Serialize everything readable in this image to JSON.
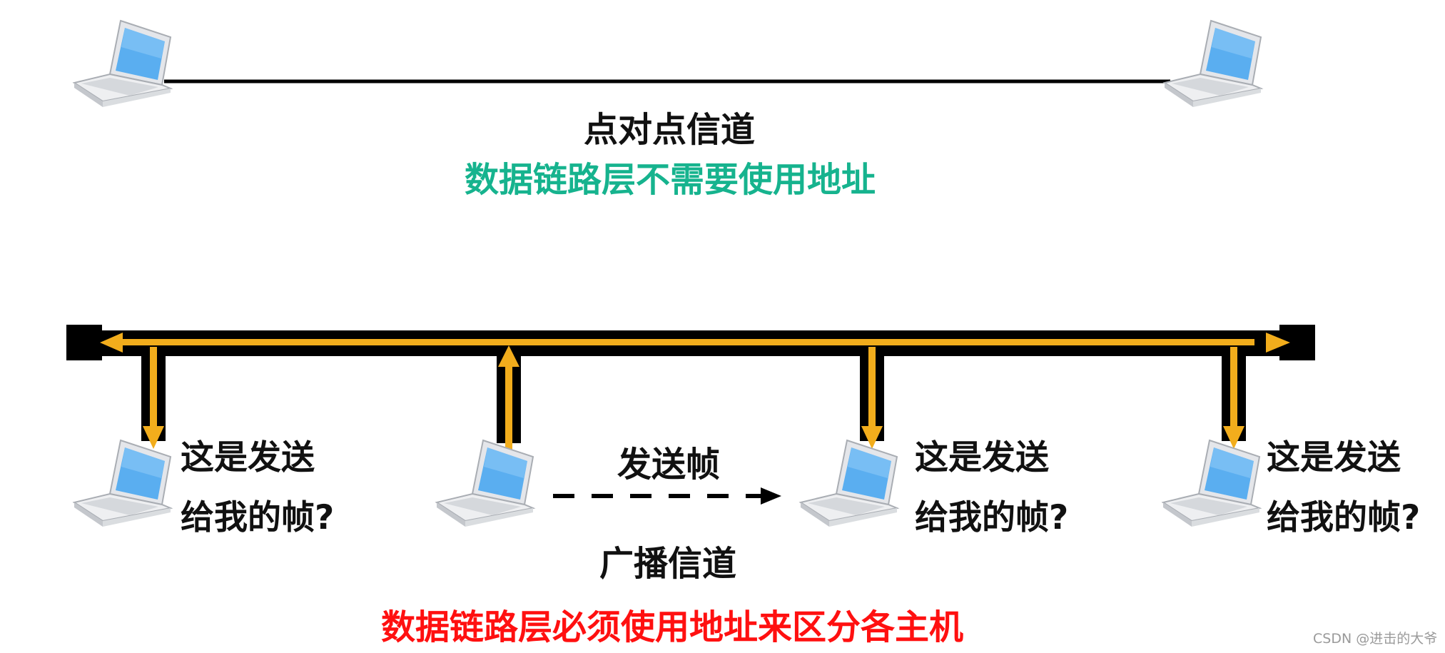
{
  "point_to_point": {
    "title": "点对点信道",
    "note": "数据链路层不需要使用地址",
    "note_color": "#16b38e"
  },
  "broadcast": {
    "title": "广播信道",
    "note": "数据链路层必须使用地址来区分各主机",
    "note_color": "#ff1010",
    "send_label": "发送帧",
    "question_line1": "这是发送",
    "question_line2": "给我的帧?",
    "bus_color": "#000000",
    "signal_color": "#f2ad1c"
  },
  "watermark": "CSDN @进击的大爷",
  "icons": {
    "host": "laptop-icon"
  }
}
